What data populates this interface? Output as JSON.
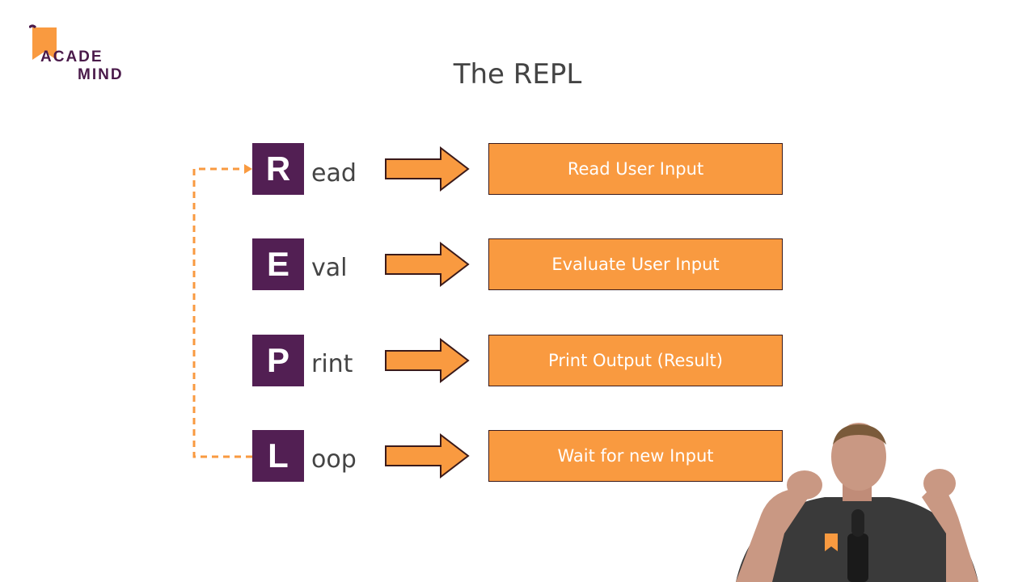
{
  "logo": {
    "line1": "ACADE",
    "line2": "MIND"
  },
  "title": "The REPL",
  "steps": [
    {
      "letter": "R",
      "suffix": "ead",
      "description": "Read User Input"
    },
    {
      "letter": "E",
      "suffix": "val",
      "description": "Evaluate User Input"
    },
    {
      "letter": "P",
      "suffix": "rint",
      "description": "Print Output (Result)"
    },
    {
      "letter": "L",
      "suffix": "oop",
      "description": "Wait for new Input"
    }
  ],
  "colors": {
    "purple": "#521f53",
    "orange": "#f99a40",
    "text": "#444444"
  }
}
